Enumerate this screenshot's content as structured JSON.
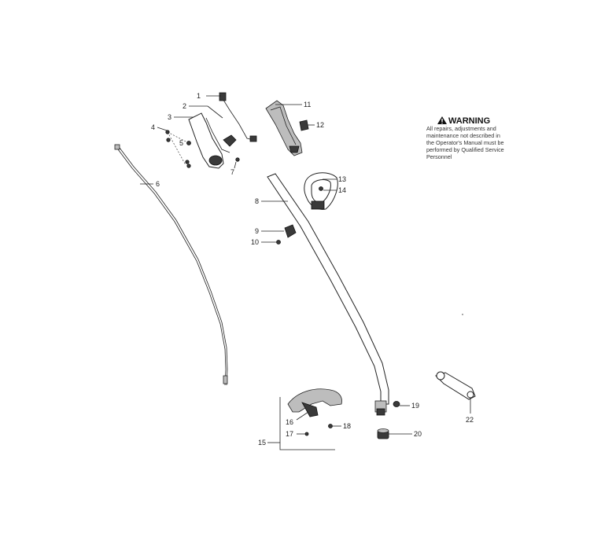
{
  "callouts": [
    "1",
    "2",
    "3",
    "4",
    "5",
    "6",
    "7",
    "8",
    "9",
    "10",
    "11",
    "12",
    "13",
    "14",
    "15",
    "16",
    "17",
    "18",
    "19",
    "20",
    "22"
  ],
  "warning": {
    "title": "WARNING",
    "lines": [
      "All repairs, adjustments and",
      "maintenance not described in",
      "the Operator's Manual must be",
      "performed by Qualified Service",
      "Personnel"
    ]
  }
}
